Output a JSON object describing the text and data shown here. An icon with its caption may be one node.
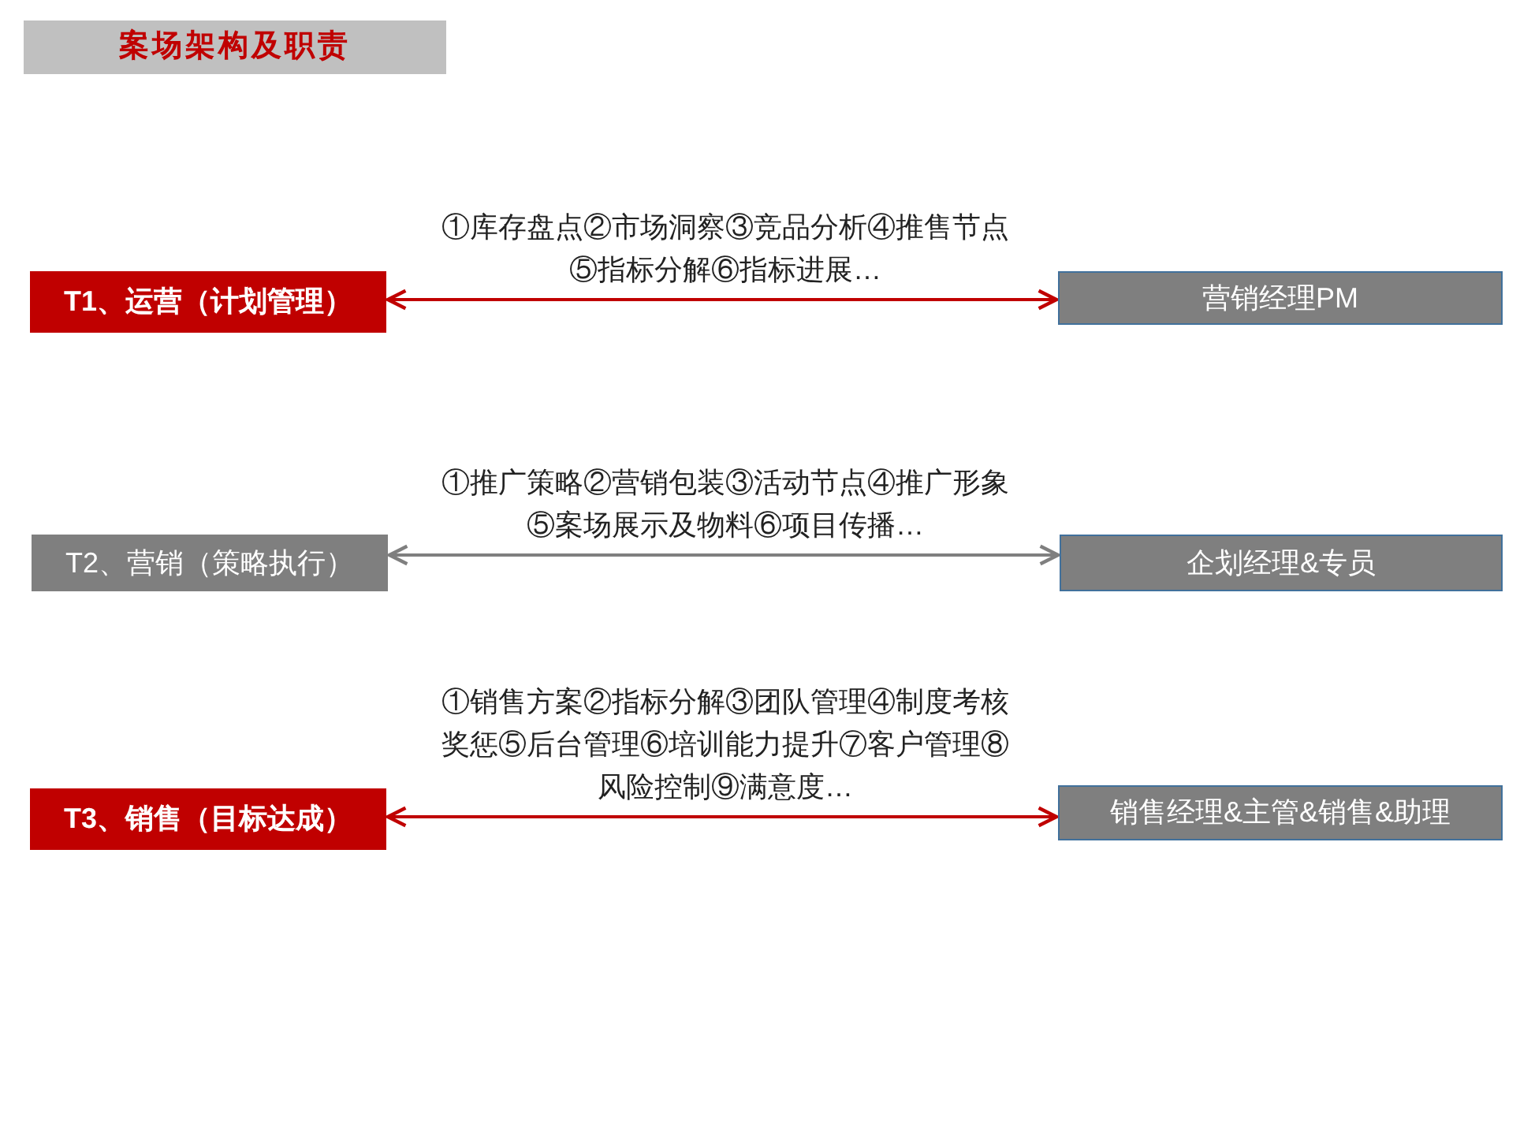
{
  "diagram": {
    "title": "案场架构及职责",
    "nodes": [
      {
        "text": [
          "T1、运营（计划管理）"
        ]
      },
      {
        "text": [
          "营销经理PM"
        ]
      },
      {
        "text": [
          "T2、营销（策略执行）"
        ]
      },
      {
        "text": [
          "企划经理&专员"
        ]
      },
      {
        "text": [
          "T3、销售（目标达成）"
        ]
      },
      {
        "text": [
          "销售经理&主管&销售&助理"
        ]
      }
    ],
    "edges": [
      {
        "from": 0,
        "to": 1,
        "arrow": "both",
        "label": "①库存盘点②市场洞察③竞品分析④推售节点⑤指标分解⑥指标进展…"
      },
      {
        "from": 2,
        "to": 3,
        "arrow": "both",
        "color": "#7f7f7f",
        "label": "①推广策略②营销包装③活动节点④推广形象⑤案场展示及物料⑥项目传播…"
      },
      {
        "from": 4,
        "to": 5,
        "arrow": "both",
        "label": "①销售方案②指标分解③团队管理④制度考核奖惩⑤后台管理⑥培训能力提升⑦客户管理⑧风险控制⑨满意度…"
      }
    ]
  }
}
